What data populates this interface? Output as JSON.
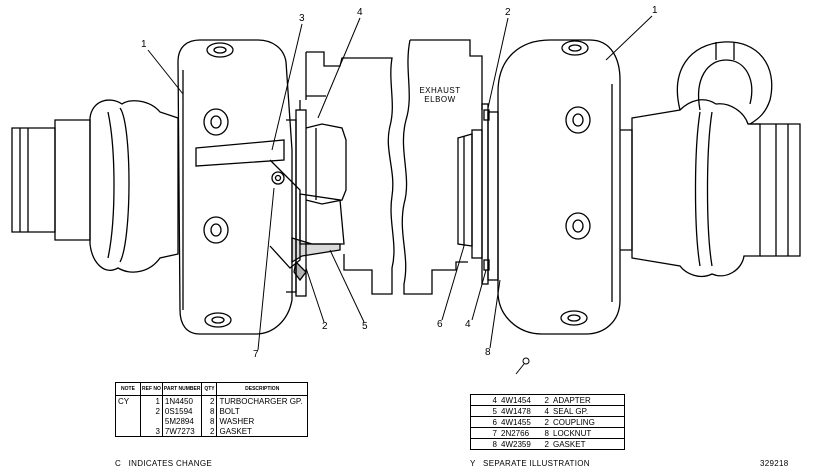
{
  "diagram": {
    "elbow_label": [
      "EXHAUST",
      "ELBOW"
    ],
    "callouts": {
      "c1_left": "1",
      "c3": "3",
      "c4_left": "4",
      "c2_top": "2",
      "c1_right": "1",
      "c7": "7",
      "c2_bottom": "2",
      "c5": "5",
      "c6": "6",
      "c4_bottom": "4",
      "c8": "8"
    },
    "illustration_number": "329218"
  },
  "left_table": {
    "headers": {
      "note": "NOTE",
      "ref_no": "REF NO",
      "part_number": "PART NUMBER",
      "qty": "QTY",
      "description": "DESCRIPTION"
    },
    "rows": [
      {
        "note": "CY",
        "ref": "1",
        "part": "1N4450",
        "qty": "2",
        "desc": "TURBOCHARGER GP."
      },
      {
        "note": "",
        "ref": "2",
        "part": "0S1594",
        "qty": "8",
        "desc": "BOLT"
      },
      {
        "note": "",
        "ref": "",
        "part": "5M2894",
        "qty": "8",
        "desc": "WASHER"
      },
      {
        "note": "",
        "ref": "3",
        "part": "7W7273",
        "qty": "2",
        "desc": "GASKET"
      }
    ],
    "footnote": "C   INDICATES CHANGE"
  },
  "right_table": {
    "rows": [
      {
        "ref": "4",
        "part": "4W1454",
        "qty": "2",
        "desc": "ADAPTER"
      },
      {
        "ref": "5",
        "part": "4W1478",
        "qty": "4",
        "desc": "SEAL GP."
      },
      {
        "ref": "6",
        "part": "4W1455",
        "qty": "2",
        "desc": "COUPLING"
      },
      {
        "ref": "7",
        "part": "2N2766",
        "qty": "8",
        "desc": "LOCKNUT"
      },
      {
        "ref": "8",
        "part": "4W2359",
        "qty": "2",
        "desc": "GASKET"
      }
    ],
    "footnote": "Y   SEPARATE ILLUSTRATION"
  }
}
